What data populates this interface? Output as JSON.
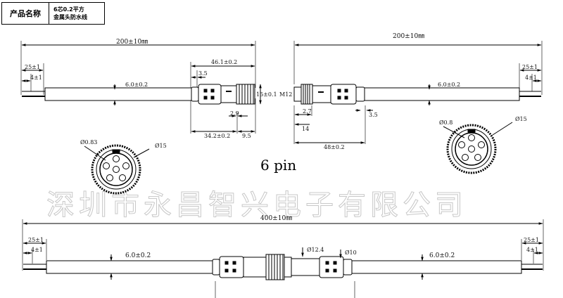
{
  "title_block": {
    "label": "产品名称",
    "value_line1": "6芯0.2平方",
    "value_line2": "金属头防水线"
  },
  "watermark": "深圳市永昌智兴电子有限公司",
  "pin_label": "6 pin",
  "top_left": {
    "total_length": "200±10㎜",
    "strip_outer": "25±1",
    "strip_inner": "4±1",
    "cable_dia": "6.0±0.2",
    "conn_length": "46.1±0.2",
    "dim_3_5": "3.5",
    "dim_15": "15±0.1",
    "dim_2_9": "2.9",
    "dim_34_2": "34.2±0.2",
    "dim_9_5": "9.5"
  },
  "top_right": {
    "total_length": "200±10㎜",
    "strip_outer": "25±1",
    "strip_inner": "4±1",
    "cable_dia": "6.0±0.2",
    "thread": "M12",
    "dim_2_7": "2.7",
    "dim_14": "14",
    "dim_48": "48±0.2",
    "dim_3_5": "3.5"
  },
  "face_left": {
    "pin_dia": "Ø0.83",
    "outer_dia": "Ø15"
  },
  "face_right": {
    "pin_dia": "Ø0.8",
    "outer_dia": "Ø15"
  },
  "bottom": {
    "total_length": "400±10㎜",
    "strip_outer_left": "25±1",
    "strip_inner_left": "4±1",
    "cable_left": "6.0±0.2",
    "dia_12_4": "Ø12.4",
    "dia_10": "Ø10",
    "cable_right": "6.0±0.2",
    "strip_outer_right": "25±1",
    "strip_inner_right": "4±1"
  }
}
